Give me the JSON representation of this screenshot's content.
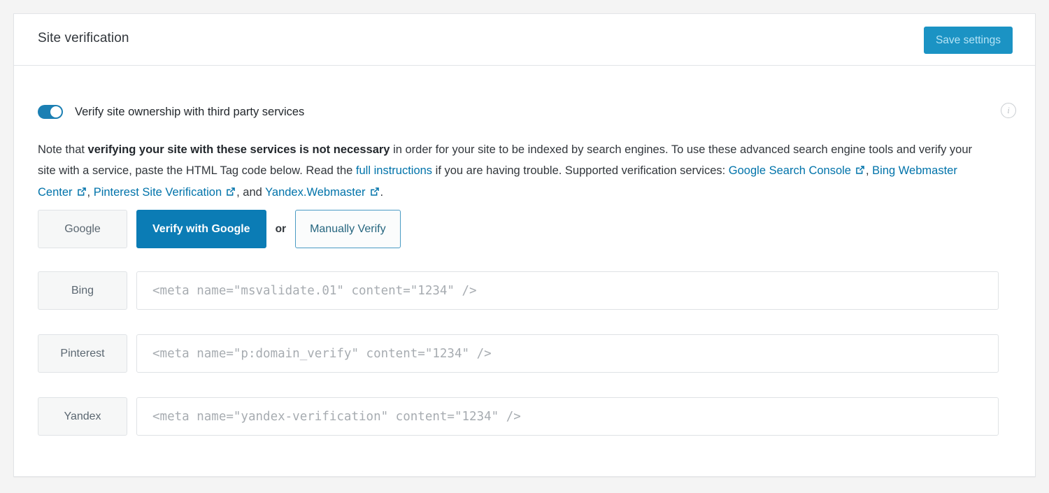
{
  "header": {
    "title": "Site verification",
    "save_label": "Save settings"
  },
  "toggle": {
    "label": "Verify site ownership with third party services",
    "state": "on"
  },
  "info_icon": {
    "glyph": "i",
    "name": "info-icon"
  },
  "description": {
    "part1": "Note that ",
    "bold": "verifying your site with these services is not necessary",
    "part2": " in order for your site to be indexed by search engines. To use these advanced search engine tools and verify your site with a service, paste the HTML Tag code below. Read the ",
    "link_full_instructions": "full instructions",
    "part3": " if you are having trouble. Supported verification services: ",
    "link_google": "Google Search Console",
    "sep1": ", ",
    "link_bing": "Bing Webmaster Center",
    "sep2": ", ",
    "link_pinterest": "Pinterest Site Verification",
    "sep3": ", and ",
    "link_yandex": "Yandex.Webmaster",
    "period": "."
  },
  "rows": {
    "google": {
      "label": "Google",
      "verify_label": "Verify with Google",
      "or_label": "or",
      "manual_label": "Manually Verify"
    },
    "bing": {
      "label": "Bing",
      "placeholder": "<meta name=\"msvalidate.01\" content=\"1234\" />",
      "value": ""
    },
    "pinterest": {
      "label": "Pinterest",
      "placeholder": "<meta name=\"p:domain_verify\" content=\"1234\" />",
      "value": ""
    },
    "yandex": {
      "label": "Yandex",
      "placeholder": "<meta name=\"yandex-verification\" content=\"1234\" />",
      "value": ""
    }
  },
  "colors": {
    "accent_blue": "#0073aa",
    "button_blue": "#0b7cb5",
    "save_blue": "#1b93c4",
    "toggle_blue": "#1b7fb3",
    "page_bg": "#f4f4f4",
    "card_border": "#e2e4e7"
  }
}
